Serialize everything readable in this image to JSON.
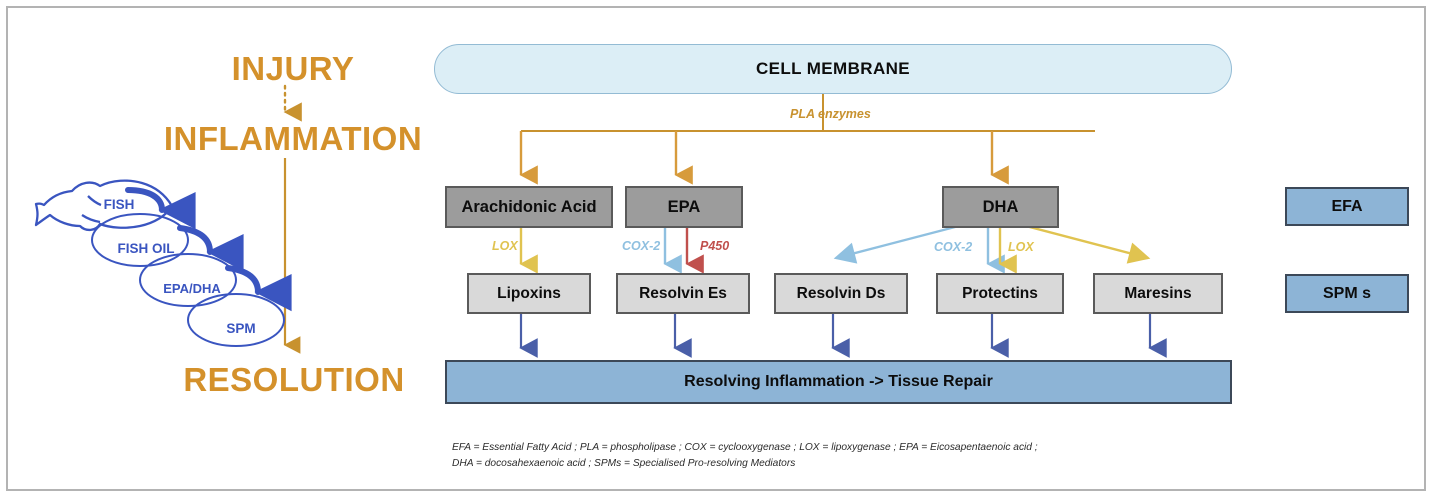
{
  "diagram": {
    "title_membrane": "CELL MEMBRANE",
    "stages": {
      "injury": "INJURY",
      "inflammation": "INFLAMMATION",
      "resolution": "RESOLUTION"
    },
    "fish_chain": [
      {
        "label": "FISH",
        "shape": "fish-outline"
      },
      {
        "label": "FISH OIL",
        "shape": "ellipse"
      },
      {
        "label": "EPA/DHA",
        "shape": "ellipse"
      },
      {
        "label": "SPM",
        "shape": "ellipse"
      }
    ],
    "precursors": [
      {
        "label": "Arachidonic Acid"
      },
      {
        "label": "EPA"
      },
      {
        "label": "DHA"
      }
    ],
    "mediators": [
      {
        "label": "Lipoxins"
      },
      {
        "label": "Resolvin Es"
      },
      {
        "label": "Resolvin Ds"
      },
      {
        "label": "Protectins"
      },
      {
        "label": "Maresins"
      }
    ],
    "enzymes": {
      "pla": "PLA enzymes",
      "lox_aa": "LOX",
      "cox2_epa": "COX-2",
      "p450_epa": "P450",
      "cox2_dha": "COX-2",
      "lox_dha": "LOX"
    },
    "outcome": "Resolving Inflammation -> Tissue Repair",
    "legend": [
      {
        "label": "EFA"
      },
      {
        "label": "SPM s"
      }
    ],
    "footnote": [
      "EFA = Essential Fatty Acid ; PLA = phospholipase ; COX = cyclooxygenase ; LOX = lipoxygenase ; EPA = Eicosapentaenoic acid ;",
      "DHA = docosahexaenoic acid ; SPMs = Specialised Pro-resolving Mediators"
    ],
    "colors": {
      "amber": "#D4912B",
      "pla_line": "#C8922F",
      "lox_yellow": "#E0C350",
      "cox_blue": "#8FC0E0",
      "p450_red": "#C0504D",
      "navy_arrow": "#4A5FA8",
      "fish_blue": "#3A55C0",
      "grey_box": "#9C9C9C",
      "light_grey_box": "#D9D9D9",
      "blue_box": "#8DB4D6",
      "membrane_fill": "#DCEEF6"
    }
  }
}
